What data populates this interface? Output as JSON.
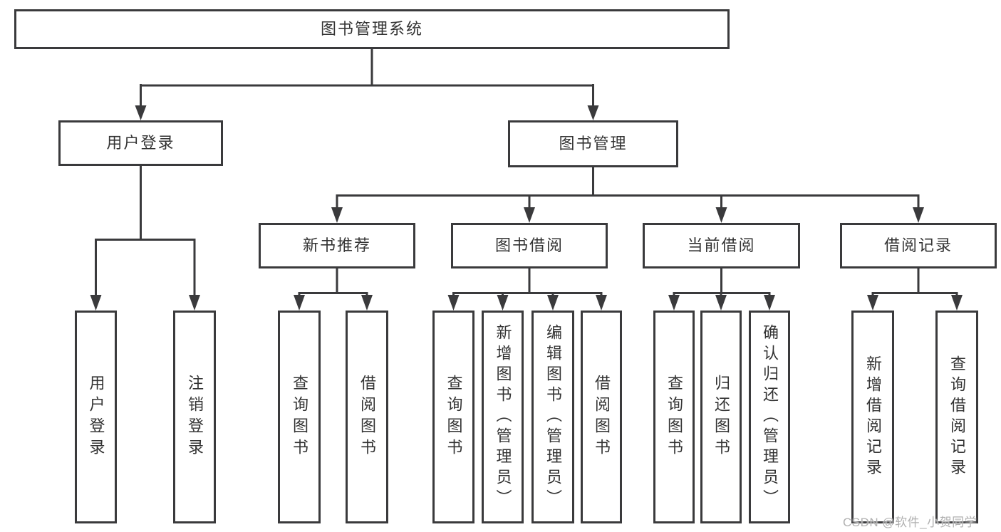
{
  "colors": {
    "line": "#3a3a3c",
    "text": "#333333",
    "watermark_text": "#b0b0b0",
    "background": "#ffffff"
  },
  "diagram": {
    "root": {
      "label": "图书管理系统"
    },
    "level2": [
      {
        "label": "用户登录"
      },
      {
        "label": "图书管理"
      }
    ],
    "level3": [
      {
        "label": "新书推荐"
      },
      {
        "label": "图书借阅"
      },
      {
        "label": "当前借阅"
      },
      {
        "label": "借阅记录"
      }
    ],
    "leaves": {
      "user_login": [
        {
          "label": "用户登录"
        },
        {
          "label": "注销登录"
        }
      ],
      "new_book": [
        {
          "label": "查询图书"
        },
        {
          "label": "借阅图书"
        }
      ],
      "book_borrow": [
        {
          "label": "查询图书"
        },
        {
          "label": "新增图书（管理员）"
        },
        {
          "label": "编辑图书（管理员）"
        },
        {
          "label": "借阅图书"
        }
      ],
      "current_borrow": [
        {
          "label": "查询图书"
        },
        {
          "label": "归还图书"
        },
        {
          "label": "确认归还（管理员）"
        }
      ],
      "borrow_record": [
        {
          "label": "新增借阅记录"
        },
        {
          "label": "查询借阅记录"
        }
      ]
    }
  },
  "watermark": {
    "text": "CSDN @软件_小贺同学"
  }
}
